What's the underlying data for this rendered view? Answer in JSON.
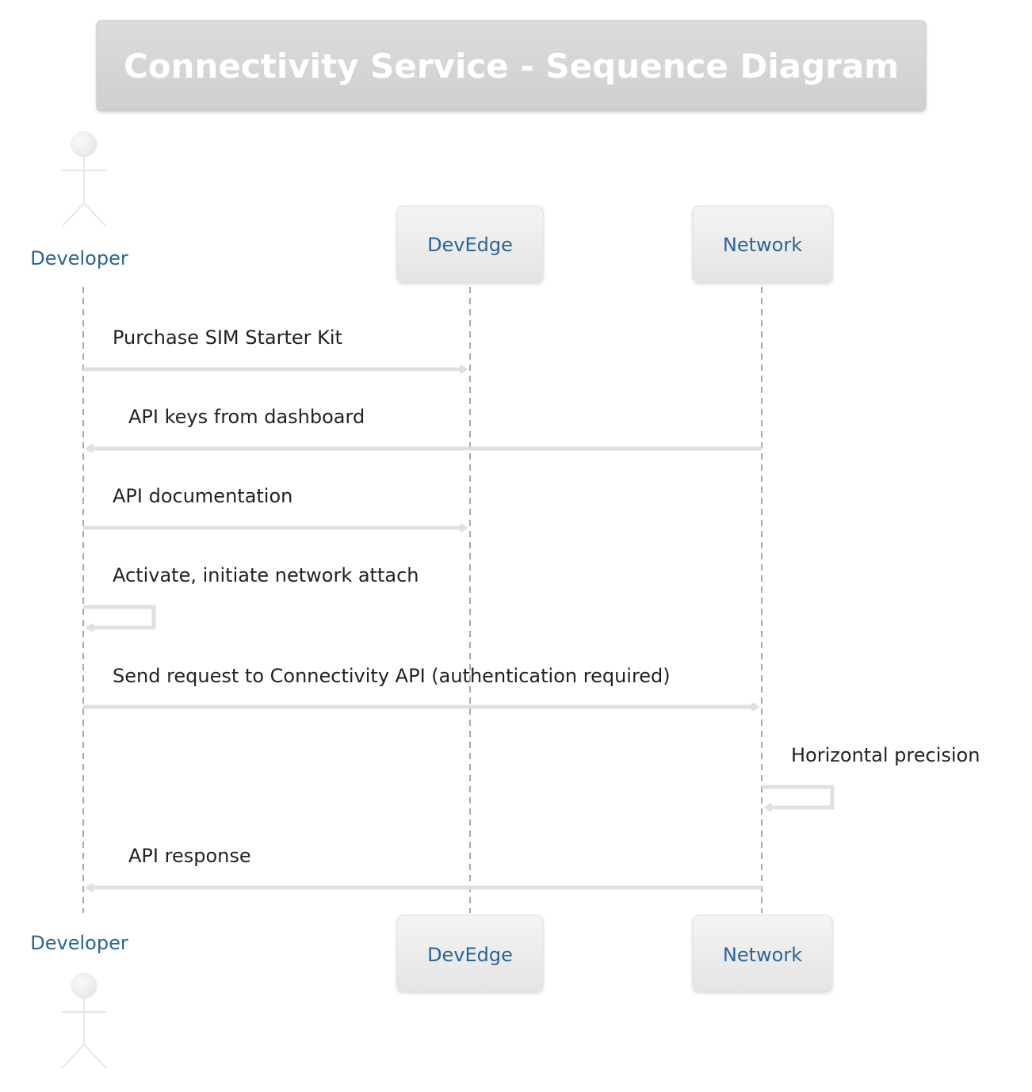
{
  "title": "Connectivity Service - Sequence Diagram",
  "participants": {
    "developer": "Developer",
    "devedge": "DevEdge",
    "network": "Network"
  },
  "messages": [
    {
      "from": "developer",
      "to": "devedge",
      "label": "Purchase SIM Starter Kit"
    },
    {
      "from": "network",
      "to": "developer",
      "label": "API keys from dashboard"
    },
    {
      "from": "developer",
      "to": "devedge",
      "label": "API documentation"
    },
    {
      "from": "developer",
      "to": "developer",
      "label": "Activate, initiate network attach"
    },
    {
      "from": "developer",
      "to": "network",
      "label": "Send request to Connectivity API (authentication required)"
    },
    {
      "from": "network",
      "to": "network",
      "label": "Horizontal precision"
    },
    {
      "from": "network",
      "to": "developer",
      "label": "API response"
    }
  ]
}
